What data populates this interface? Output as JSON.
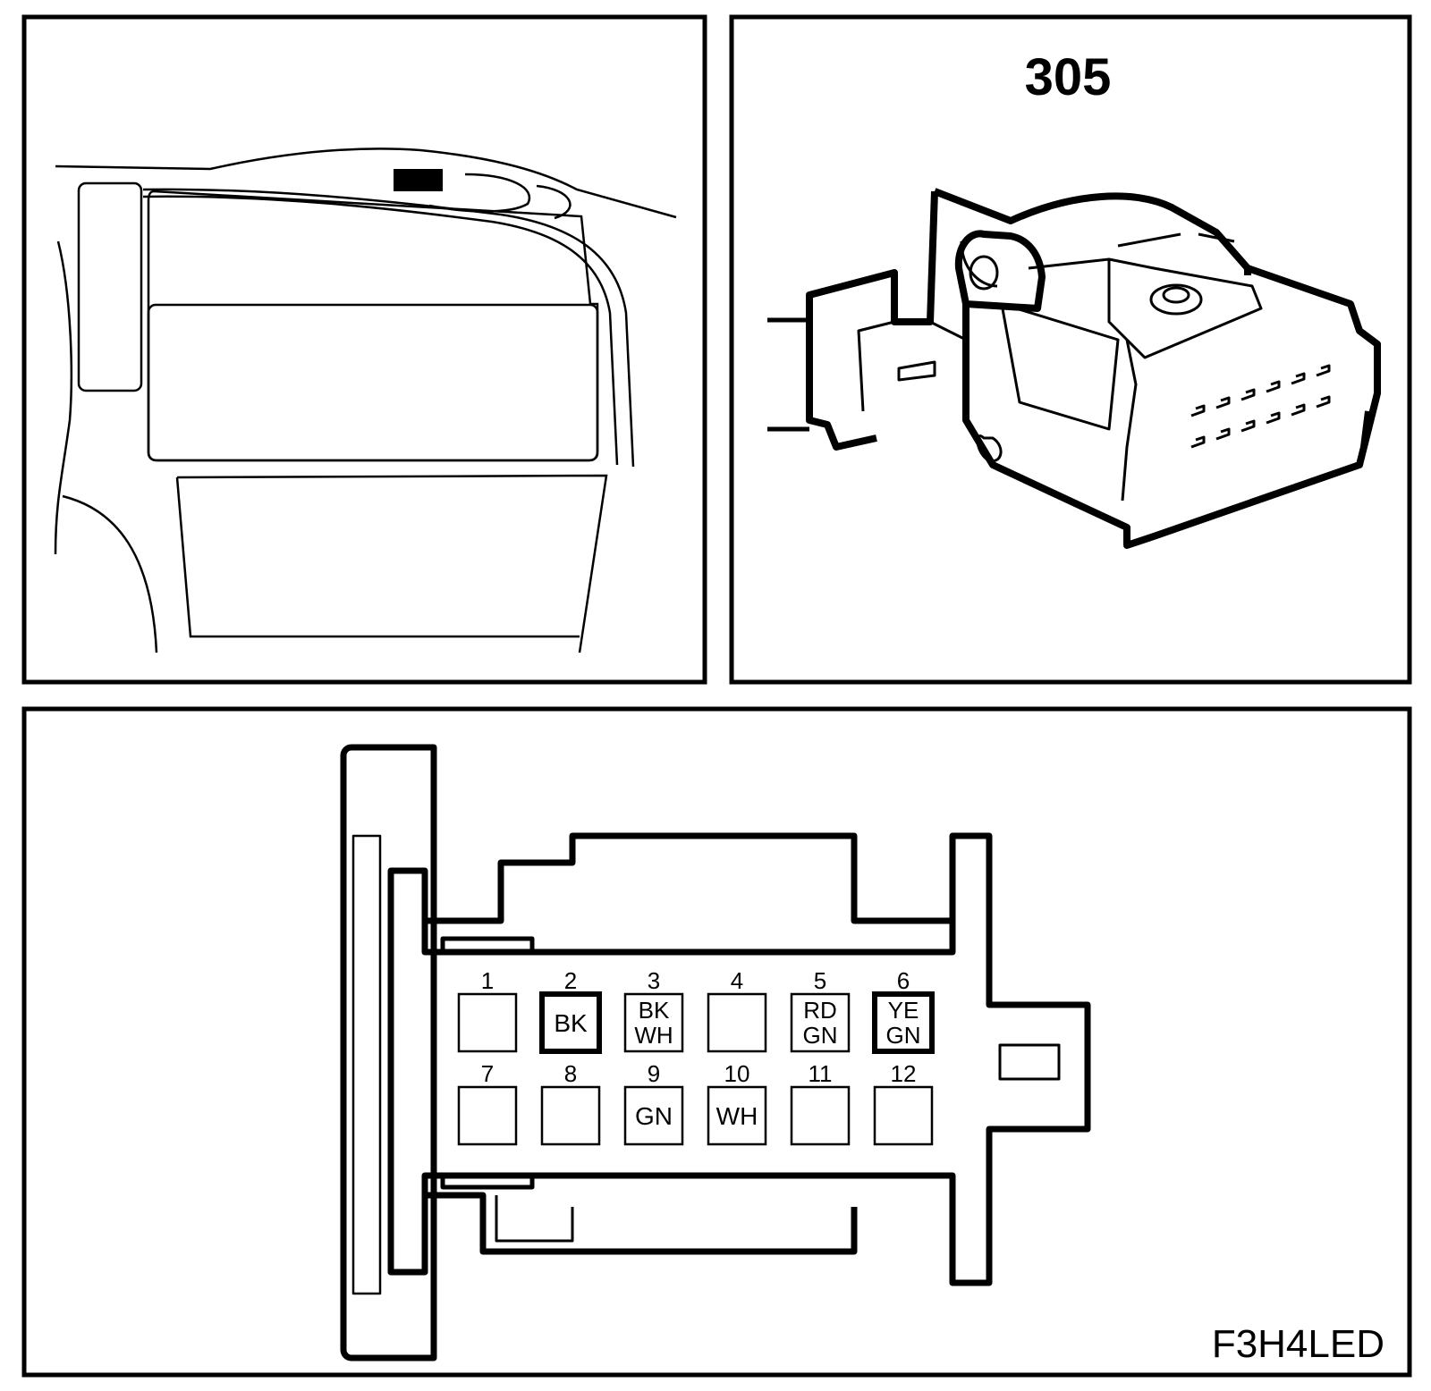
{
  "connector_number": "305",
  "drawing_code": "F3H4LED",
  "pins": [
    {
      "num": "1",
      "colors": [],
      "highlight": false
    },
    {
      "num": "2",
      "colors": [
        "BK"
      ],
      "highlight": true
    },
    {
      "num": "3",
      "colors": [
        "BK",
        "WH"
      ],
      "highlight": false
    },
    {
      "num": "4",
      "colors": [],
      "highlight": false
    },
    {
      "num": "5",
      "colors": [
        "RD",
        "GN"
      ],
      "highlight": false
    },
    {
      "num": "6",
      "colors": [
        "YE",
        "GN"
      ],
      "highlight": true
    },
    {
      "num": "7",
      "colors": [],
      "highlight": false
    },
    {
      "num": "8",
      "colors": [],
      "highlight": false
    },
    {
      "num": "9",
      "colors": [
        "GN"
      ],
      "highlight": false
    },
    {
      "num": "10",
      "colors": [
        "WH"
      ],
      "highlight": false
    },
    {
      "num": "11",
      "colors": [],
      "highlight": false
    },
    {
      "num": "12",
      "colors": [],
      "highlight": false
    }
  ]
}
